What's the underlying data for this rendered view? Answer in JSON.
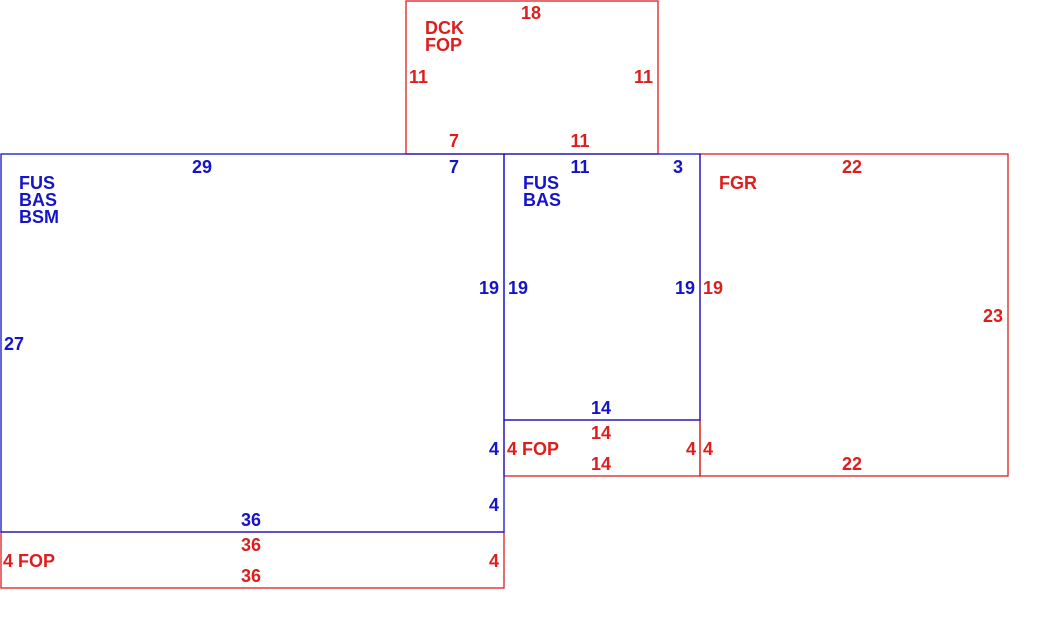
{
  "colors": {
    "blue": "#1414c8",
    "red": "#dc1e1e"
  },
  "diagram": {
    "sections": {
      "dck_fop": {
        "codes": [
          "DCK",
          "FOP"
        ],
        "dims": {
          "top": "18",
          "left": "11",
          "right": "11",
          "bottom_left": "7",
          "bottom_right": "11"
        }
      },
      "main_left": {
        "codes": [
          "FUS",
          "BAS",
          "BSM"
        ],
        "dims": {
          "top": "29",
          "top_right": "7",
          "right_upper": "19",
          "left": "27",
          "right_step_1": "4",
          "right_step_2": "4",
          "bottom": "36"
        }
      },
      "fop_strip_left": {
        "label": "4 FOP",
        "dims": {
          "top": "36",
          "right": "4",
          "bottom": "36"
        }
      },
      "mid": {
        "codes": [
          "FUS",
          "BAS"
        ],
        "dims": {
          "top_left": "11",
          "top_right": "3",
          "left": "19",
          "right": "19",
          "bottom": "14"
        }
      },
      "fop_strip_mid": {
        "label": "4 FOP",
        "dims": {
          "top": "14",
          "right": "4",
          "bottom": "14"
        }
      },
      "fgr": {
        "codes": [
          "FGR"
        ],
        "dims": {
          "top": "22",
          "left": "19",
          "right": "23",
          "bottom_left": "4",
          "bottom": "22"
        }
      }
    }
  }
}
